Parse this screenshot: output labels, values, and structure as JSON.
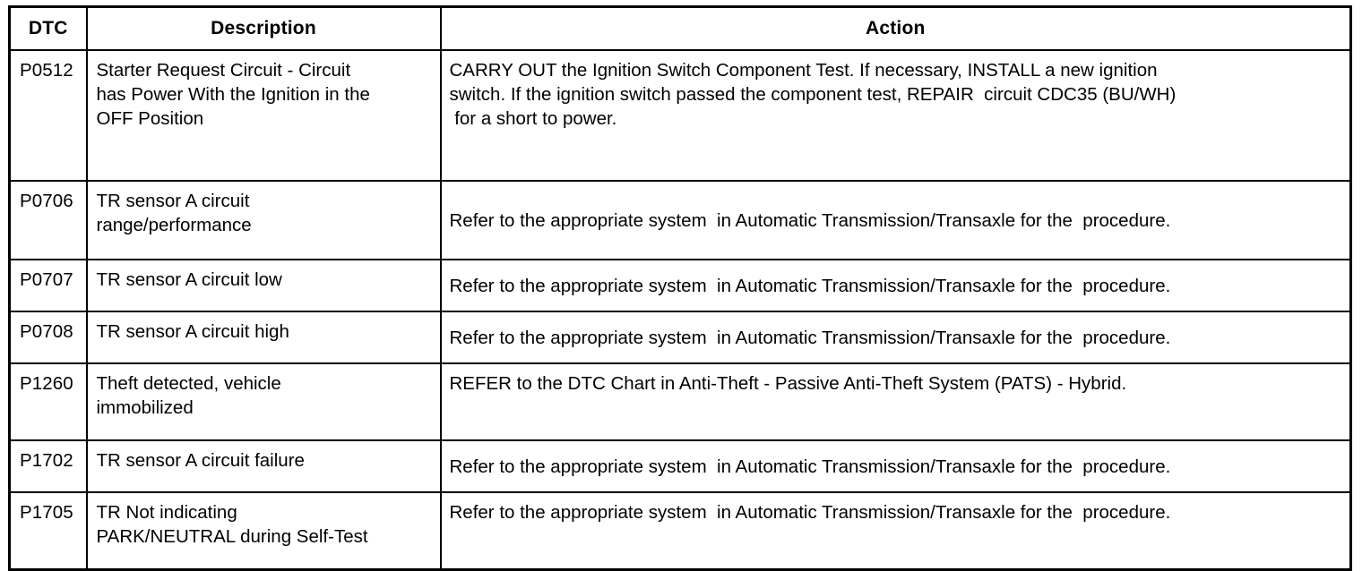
{
  "table": {
    "headers": {
      "dtc": "DTC",
      "description": "Description",
      "action": "Action"
    },
    "rows": [
      {
        "dtc": "P0512",
        "description_lines": [
          "Starter Request Circuit - Circuit",
          "has Power With the Ignition in the",
          "OFF Position"
        ],
        "action_lines": [
          "CARRY OUT the Ignition Switch Component Test. If necessary, INSTALL a new ignition",
          "switch. If the ignition switch passed the component test, REPAIR  circuit CDC35 (BU/WH)",
          " for a short to power."
        ]
      },
      {
        "dtc": "P0706",
        "description_lines": [
          "TR sensor A circuit",
          "range/performance"
        ],
        "action_lines": [
          "Refer to the appropriate system  in Automatic Transmission/Transaxle for the  procedure."
        ]
      },
      {
        "dtc": "P0707",
        "description_lines": [
          "TR sensor A circuit low"
        ],
        "action_lines": [
          "Refer to the appropriate system  in Automatic Transmission/Transaxle for the  procedure."
        ]
      },
      {
        "dtc": "P0708",
        "description_lines": [
          "TR sensor A circuit high"
        ],
        "action_lines": [
          "Refer to the appropriate system  in Automatic Transmission/Transaxle for the  procedure."
        ]
      },
      {
        "dtc": "P1260",
        "description_lines": [
          "Theft detected, vehicle",
          "immobilized"
        ],
        "action_lines": [
          "REFER to the DTC Chart in Anti-Theft - Passive Anti-Theft System (PATS) - Hybrid."
        ]
      },
      {
        "dtc": "P1702",
        "description_lines": [
          "TR sensor A circuit failure"
        ],
        "action_lines": [
          "Refer to the appropriate system  in Automatic Transmission/Transaxle for the  procedure."
        ]
      },
      {
        "dtc": "P1705",
        "description_lines": [
          "TR Not indicating",
          "PARK/NEUTRAL during Self-Test"
        ],
        "action_lines": [
          "Refer to the appropriate system  in Automatic Transmission/Transaxle for the  procedure."
        ]
      }
    ]
  },
  "colors": {
    "border": "#000000",
    "text": "#000000",
    "background": "#ffffff"
  }
}
